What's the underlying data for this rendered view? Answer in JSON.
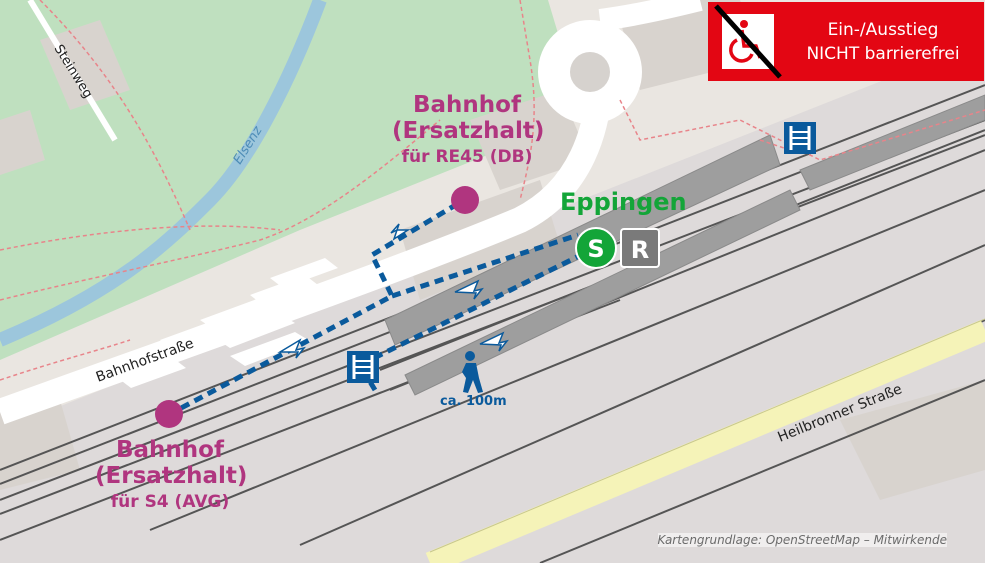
{
  "warning": {
    "line1": "Ein-/Ausstieg",
    "line2": "NICHT barrierefrei",
    "icon": "wheelchair-crossed-icon",
    "color": "#e30613"
  },
  "stops": {
    "re45": {
      "name": "Bahnhof",
      "sub": "(Ersatzhalt)",
      "detail": "für RE45 (DB)"
    },
    "s4": {
      "name": "Bahnhof",
      "sub": "(Ersatzhalt)",
      "detail": "für S4 (AVG)"
    }
  },
  "station": {
    "name": "Eppingen",
    "sbahn_symbol": "S",
    "regio_symbol": "R"
  },
  "walk": {
    "distance": "ca. 100m"
  },
  "streets": {
    "bahnhofstrasse": "Bahnhofstraße",
    "heilbronner": "Heilbronner Straße",
    "steinweg": "Steinweg",
    "river": "Elsenz"
  },
  "credit": "Kartengrundlage: OpenStreetMap – Mitwirkende",
  "colors": {
    "stop_marker": "#b0357f",
    "walk_route": "#0a5a9c",
    "sbahn": "#13a538",
    "park": "#bfe0bf",
    "water": "#9cc6dc"
  }
}
